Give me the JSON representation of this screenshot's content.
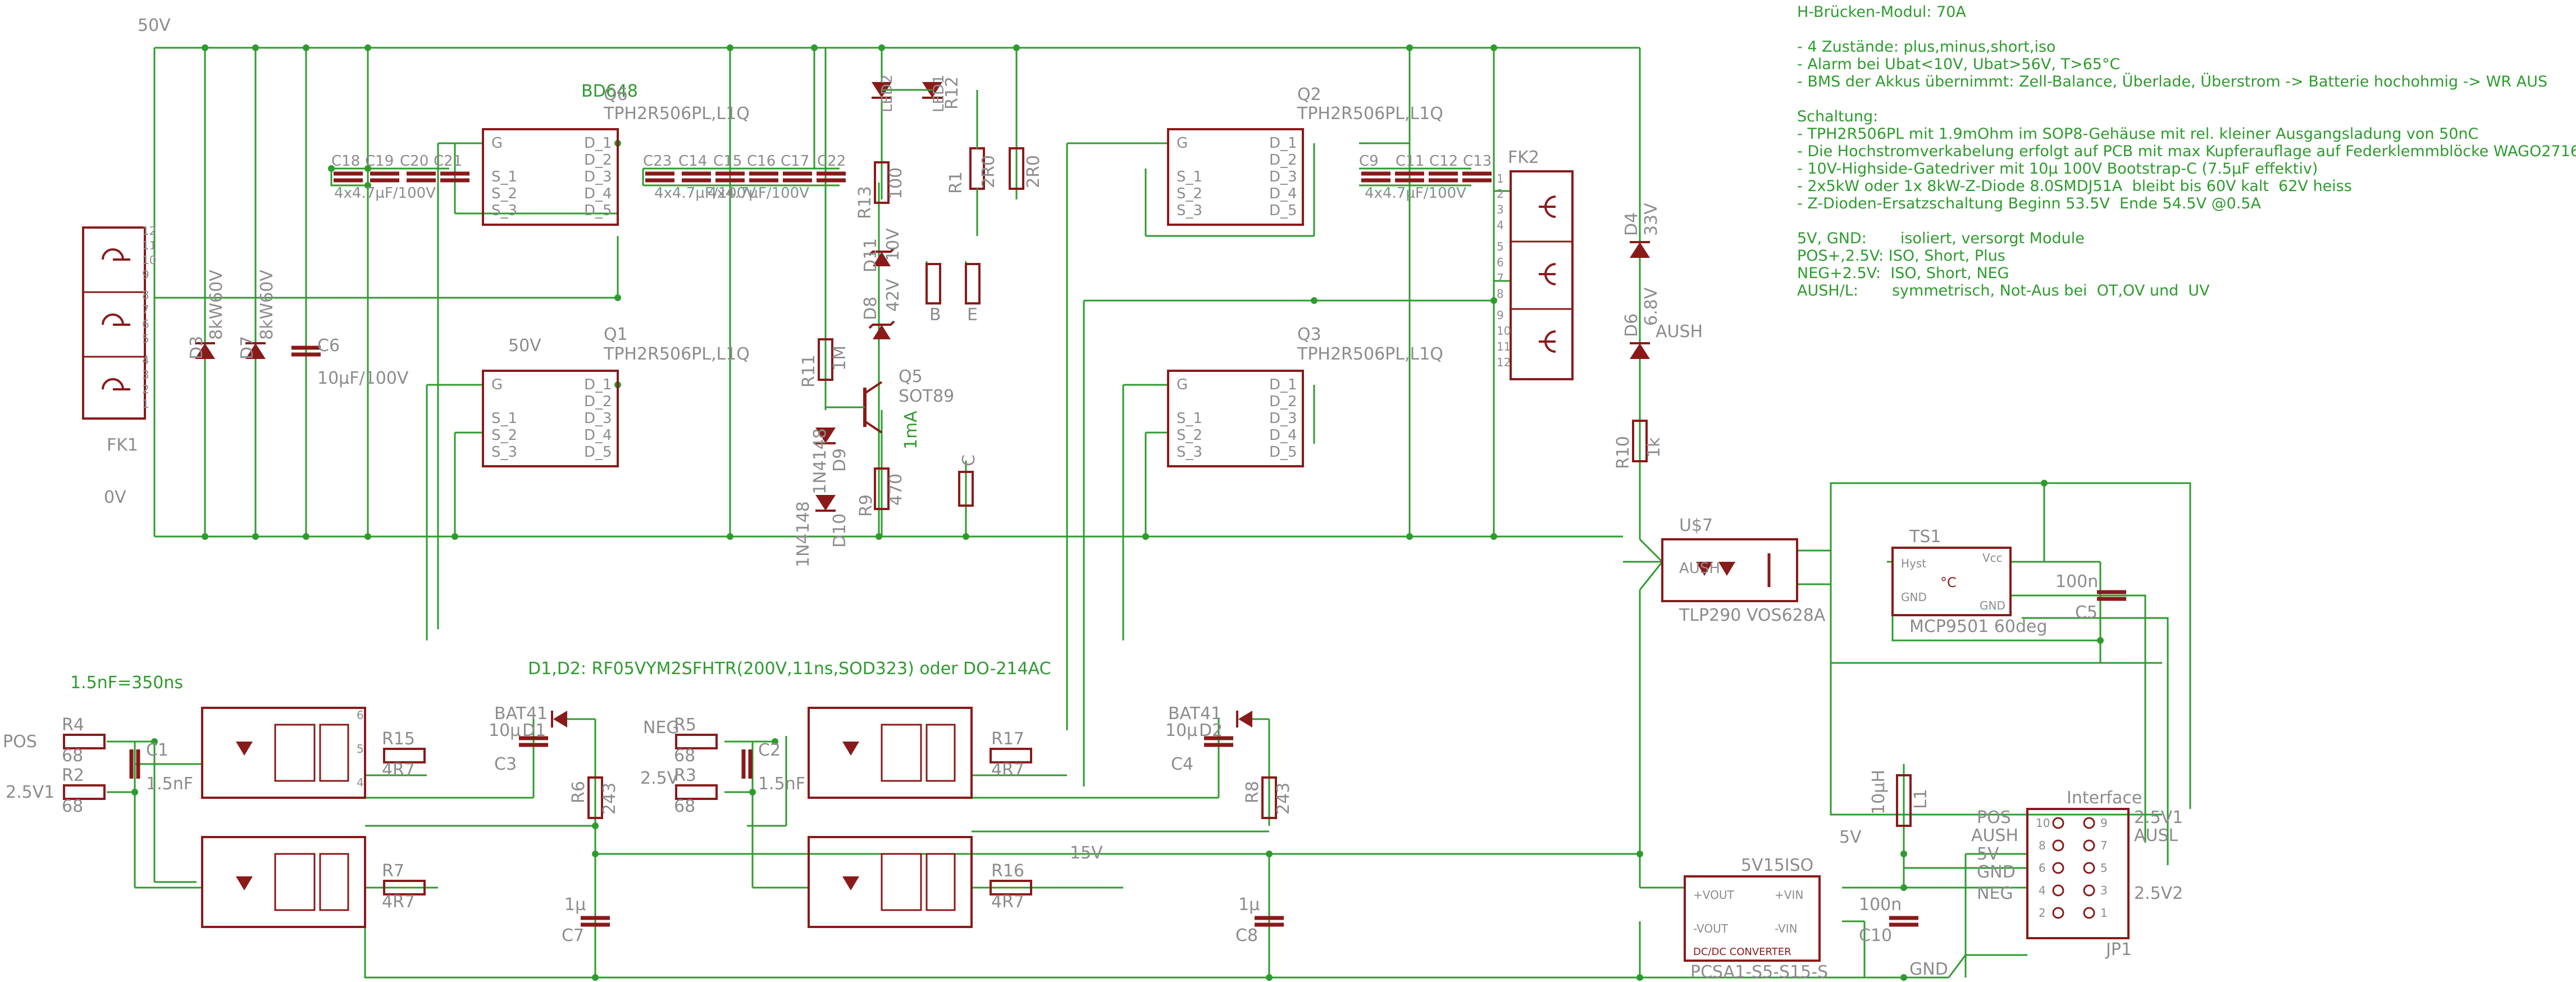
{
  "notes": {
    "title": "H-Brücken-Modul: 70A",
    "features": [
      "- 4 Zustände: plus,minus,short,iso",
      "- Alarm bei Ubat<10V, Ubat>56V, T>65°C",
      "- BMS der Akkus übernimmt: Zell-Balance, Überlade, Überstrom -> Batterie hochohmig -> WR AUS"
    ],
    "circuit_heading": "Schaltung:",
    "circuit": [
      "- TPH2R506PL mit 1.9mOhm im SOP8-Gehäuse mit rel. kleiner Ausgangsladung von 50nC",
      "- Die Hochstromverkabelung erfolgt auf PCB mit max Kupferauflage auf Federklemmblöcke WAGO2716",
      "- 10V-Highside-Gatedriver mit 10µ 100V Bootstrap-C (7.5µF effektiv)",
      "- 2x5kW oder 1x 8kW-Z-Diode 8.0SMDJ51A  bleibt bis 60V kalt  62V heiss",
      "- Z-Dioden-Ersatzschaltung Beginn 53.5V  Ende 54.5V @0.5A"
    ],
    "signals": [
      "5V, GND:       isoliert, versorgt Module",
      "POS+,2.5V: ISO, Short, Plus",
      "NEG+2.5V:  ISO, Short, NEG",
      "AUSH/L:       symmetrisch, Not-Aus bei  OT,OV und  UV"
    ]
  },
  "net_labels": {
    "v50_top": "50V",
    "v50_mid": "50V",
    "v0": "0V",
    "v15": "15V",
    "v5": "5V",
    "gnd": "GND",
    "pos": "POS",
    "v25_1": "2.5V1",
    "neg": "NEG",
    "v25_2": "2.5V",
    "ausl": "AUSL",
    "aush": "AUSH",
    "v5iso": "5V15ISO",
    "bd648": "BD648"
  },
  "annotations": {
    "rise_time": "1.5nF=350ns",
    "diodes": "D1,D2: RF05VYM2SFHTR(200V,11ns,SOD323) oder DO-214AC",
    "current_1ma": "1mA"
  },
  "mosfets": {
    "q6_name": "Q6",
    "q2_name": "Q2",
    "q1_name": "Q1",
    "q3_name": "Q3",
    "part": "TPH2R506PL,L1Q",
    "pins_left": [
      "G",
      "S_1",
      "S_2",
      "S_3"
    ],
    "pins_right": [
      "D_1",
      "D_2",
      "D_3",
      "D_4",
      "D_5"
    ]
  },
  "capacitors": {
    "c18": "C18",
    "c19": "C19",
    "c20": "C20",
    "c21": "C21",
    "c23": "C23",
    "c14": "C14",
    "c15": "C15",
    "c16": "C16",
    "c17": "C17",
    "c22": "C22",
    "c9": "C9",
    "c11": "C11",
    "c12": "C12",
    "c13": "C13",
    "bank_value": "4x4.7µF/100V",
    "c6": "C6",
    "c6_value": "10µF/100V",
    "c1": "C1",
    "c1_value": "1.5nF",
    "c2": "C2",
    "c2_value": "1.5nF",
    "c3": "C3",
    "c3_value": "10µ",
    "c4": "C4",
    "c4_value": "10µ",
    "c7": "C7",
    "c7_value": "1µ",
    "c8": "C8",
    "c8_value": "1µ",
    "c5": "C5",
    "c5_value": "100n",
    "c10": "C10",
    "c10_value": "100n",
    "c_b": "C"
  },
  "resistors": {
    "r1": "R1",
    "r1_value": "2R0",
    "r2": "R2",
    "r2_value": "68",
    "r3": "R3",
    "r3_value": "68",
    "r4": "R4",
    "r4_value": "68",
    "r5": "R5",
    "r5_value": "68",
    "r6": "R6",
    "r6_value": "243",
    "r7": "R7",
    "r7_value": "4R7",
    "r8": "R8",
    "r8_value": "243",
    "r9": "R9",
    "r9_value": "470",
    "r10": "R10",
    "r10_value": "1k",
    "r11": "R11",
    "r11_value": "1M",
    "r12": "R12",
    "r12_value": "2R0",
    "r13": "R13",
    "r13_value": "100",
    "r15": "R15",
    "r15_value": "4R7",
    "r16": "R16",
    "r16_value": "4R7",
    "r17": "R17",
    "r17_value": "4R7"
  },
  "diodes": {
    "d1": "D1",
    "d2": "D2",
    "bat41": "BAT41",
    "d3": "D3",
    "d3_value": "8kW60V",
    "d7": "D7",
    "d7_value": "8kW60V",
    "d4": "D4",
    "d4_value": "33V",
    "d6": "D6",
    "d6_value": "6.8V",
    "d8": "D8",
    "d8_value": "42V",
    "d11": "D11",
    "d11_value": "10V",
    "d9": "D9",
    "d9_value": "1N4148",
    "d10": "D10",
    "d10_value": "1N4148",
    "led1": "LED1",
    "led2": "LED2"
  },
  "transistor": {
    "q5": "Q5",
    "q5_pkg": "SOT89",
    "b": "B",
    "e": "E"
  },
  "connectors": {
    "fk1": "FK1",
    "fk2": "FK2",
    "fk1_pins": [
      "1",
      "2",
      "3",
      "4",
      "5",
      "6",
      "7",
      "8",
      "9",
      "10",
      "11",
      "12"
    ],
    "fk2_pins": [
      "1",
      "2",
      "3",
      "4",
      "5",
      "6",
      "7",
      "8",
      "9",
      "10",
      "11",
      "12"
    ],
    "jp1": "JP1",
    "interface": "Interface",
    "jp1_left": [
      "POS",
      "AUSH",
      "5V",
      "GND",
      "NEG"
    ],
    "jp1_right": [
      "2.5V1",
      "AUSL",
      "2.5V2"
    ],
    "jp1_pins": [
      "10",
      "9",
      "8",
      "7",
      "6",
      "5",
      "4",
      "3",
      "2",
      "1"
    ]
  },
  "ics": {
    "u7": "U$7",
    "u7_part": "TLP290 VOS628A",
    "ts1": "TS1",
    "ts1_part": "MCP9501 60deg",
    "ts1_hyst": "Hyst",
    "ts1_vcc": "Vcc",
    "ts1_gnd": "GND",
    "ts1_deg": "°C",
    "dcdc_vout_p": "+VOUT",
    "dcdc_vin_p": "+VIN",
    "dcdc_vout_m": "-VOUT",
    "dcdc_vin_m": "-VIN",
    "dcdc_label": "DC/DC CONVERTER",
    "dcdc_part": "PCSA1-S5-S15-S",
    "l1": "L1",
    "l1_value": "10µH",
    "aush_pin": "AUSH",
    "ausl_pin": "AUSL"
  }
}
